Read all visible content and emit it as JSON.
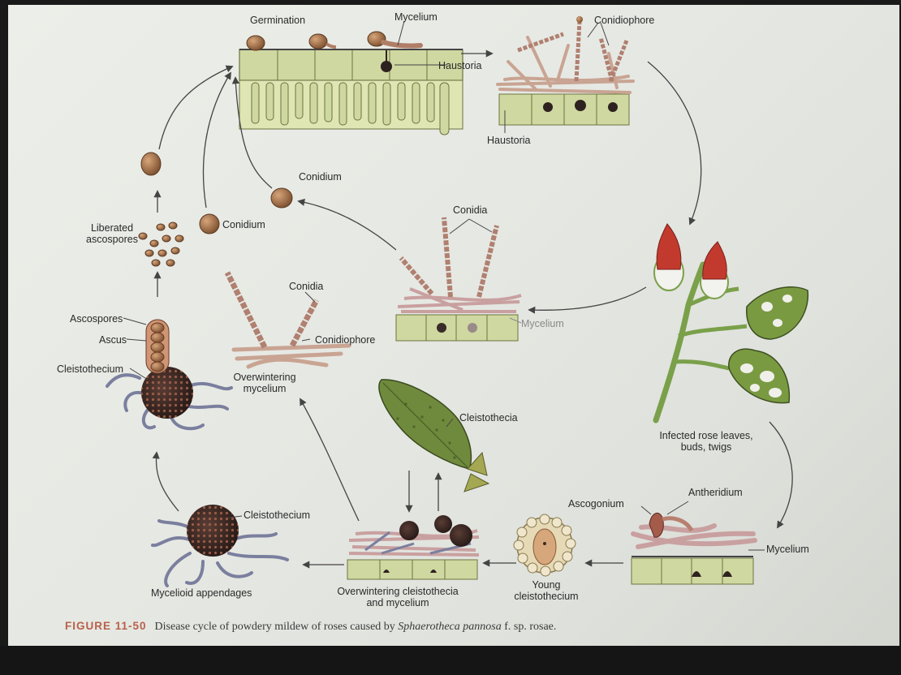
{
  "figure": {
    "number": "FIGURE 11-50",
    "caption_pre": "Disease cycle of powdery mildew of roses caused by ",
    "caption_species": "Sphaerotheca pannosa",
    "caption_post": " f. sp. rosae."
  },
  "labels": {
    "germination": "Germination",
    "mycelium_top": "Mycelium",
    "haustoria_top": "Haustoria",
    "conidiophore_top": "Conidiophore",
    "haustoria_right": "Haustoria",
    "conidium_upper": "Conidium",
    "conidium_left": "Conidium",
    "conidia_center": "Conidia",
    "mycelium_center": "Mycelium",
    "liberated_ascospores_1": "Liberated",
    "liberated_ascospores_2": "ascospores",
    "ascospores": "Ascospores",
    "ascus": "Ascus",
    "cleistothecium_left": "Cleistothecium",
    "conidia_left": "Conidia",
    "conidiophore_left": "Conidiophore",
    "overwintering_mycelium_1": "Overwintering",
    "overwintering_mycelium_2": "mycelium",
    "cleistothecia_leaf": "Cleistothecia",
    "infected_rose_1": "Infected rose leaves,",
    "infected_rose_2": "buds, twigs",
    "antheridium": "Antheridium",
    "ascogonium": "Ascogonium",
    "mycelium_bottom": "Mycelium",
    "young_cleistothecium_1": "Young",
    "young_cleistothecium_2": "cleistothecium",
    "overwintering_cleistothecia_1": "Overwintering cleistothecia",
    "overwintering_cleistothecia_2": "and mycelium",
    "cleistothecium_bottom": "Cleistothecium",
    "mycelioid_appendages": "Mycelioid appendages"
  },
  "colors": {
    "leaf_cell": "#c9d49a",
    "hypha": "#c9a493",
    "spore": "#9a6a45",
    "cleistothecium": "#3a2a26",
    "arrow": "#444444",
    "rose_petal": "#c23a2e",
    "leaf_green": "#6f8a3c"
  }
}
